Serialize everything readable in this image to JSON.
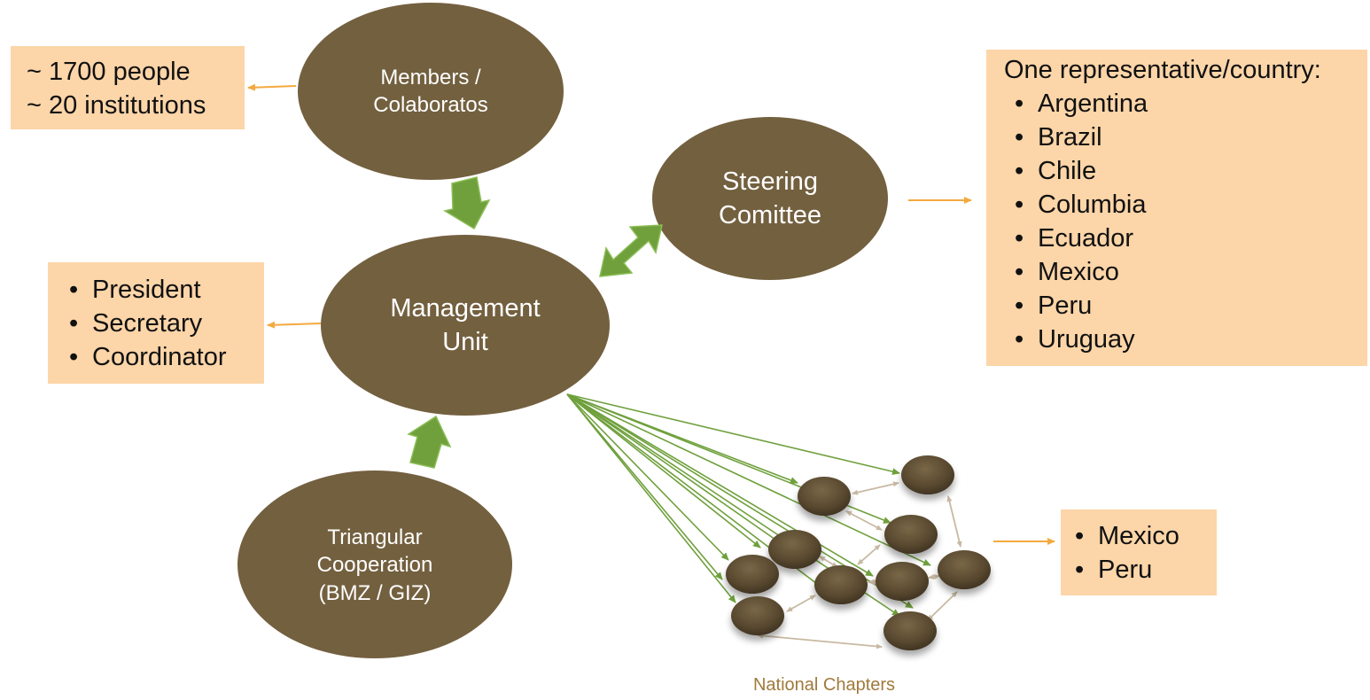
{
  "nodes": {
    "members": {
      "lines": [
        "Members /",
        "Colaboratos"
      ]
    },
    "management": {
      "lines": [
        "Management",
        "Unit"
      ]
    },
    "steering": {
      "lines": [
        "Steering",
        "Comittee"
      ]
    },
    "triangular": {
      "lines": [
        "Triangular",
        "Cooperation",
        "(BMZ / GIZ)"
      ]
    }
  },
  "boxes": {
    "members_stats": {
      "lines": [
        "~ 1700 people",
        "~ 20 institutions"
      ]
    },
    "management_roles": {
      "bullet": "•",
      "items": [
        "President",
        "Secretary",
        "Coordinator"
      ]
    },
    "steering_countries": {
      "heading": "One representative/country:",
      "bullet": "•",
      "items": [
        "Argentina",
        "Brazil",
        "Chile",
        "Columbia",
        "Ecuador",
        "Mexico",
        "Peru",
        "Uruguay"
      ]
    },
    "chapters_countries": {
      "bullet": "•",
      "items": [
        "Mexico",
        "Peru"
      ]
    }
  },
  "chapters_caption": "National Chapters",
  "colors": {
    "ellipse_fill": "#73603f",
    "box_fill": "#fcd5a8",
    "orange_arrow": "#f4a93f",
    "green_arrow": "#6fa03c",
    "chapter_link": "#c8b9a2",
    "caption": "#a07a3c"
  }
}
